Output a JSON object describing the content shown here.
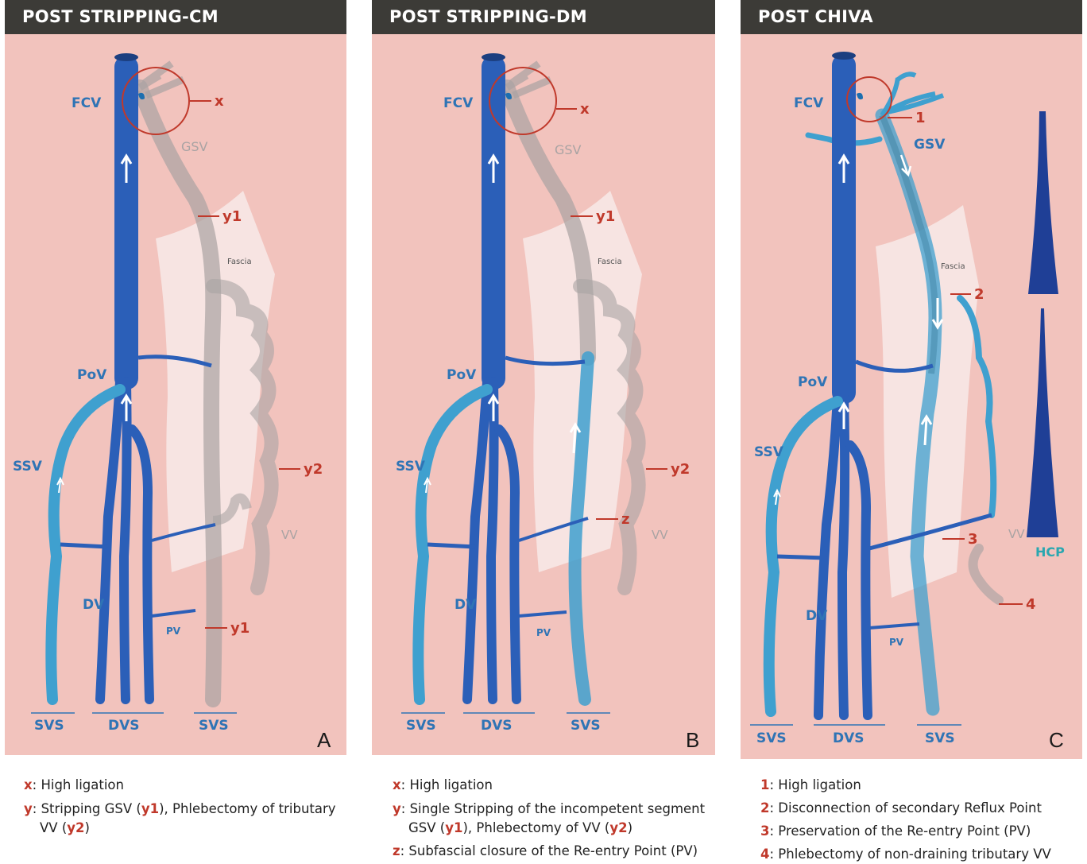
{
  "panels": [
    {
      "title": "POST STRIPPING-CM",
      "letter": "A",
      "labels": {
        "fcv": "FCV",
        "gsv": "GSV",
        "pov": "PoV",
        "ssv": "SSV",
        "dv": "DV",
        "pv": "PV",
        "vv": "VV",
        "fascia": "Fascia",
        "svs_l": "SVS",
        "dvs": "DVS",
        "svs_r": "SVS",
        "x": "x",
        "y1a": "y1",
        "y2": "y2",
        "y1b": "y1"
      }
    },
    {
      "title": "POST STRIPPING-DM",
      "letter": "B",
      "labels": {
        "fcv": "FCV",
        "gsv": "GSV",
        "pov": "PoV",
        "ssv": "SSV",
        "dv": "DV",
        "pv": "PV",
        "vv": "VV",
        "fascia": "Fascia",
        "svs_l": "SVS",
        "dvs": "DVS",
        "svs_r": "SVS",
        "x": "x",
        "y1": "y1",
        "y2": "y2",
        "z": "z"
      }
    },
    {
      "title": "POST CHIVA",
      "letter": "C",
      "labels": {
        "fcv": "FCV",
        "gsv": "GSV",
        "pov": "PoV",
        "ssv": "SSV",
        "dv": "DV",
        "pv": "PV",
        "vv": "VV",
        "fascia": "Fascia",
        "svs_l": "SVS",
        "dvs": "DVS",
        "svs_r": "SVS",
        "hcp": "HCP",
        "n1": "1",
        "n2": "2",
        "n3": "3",
        "n4": "4"
      }
    }
  ],
  "legend_a": [
    {
      "key": "x",
      "text": ": High ligation"
    },
    {
      "key": "y",
      "text": ": Stripping GSV (",
      "k1": "y1",
      "mid": "), Phlebectomy of  tributary",
      "cont": "VV (",
      "k2": "y2",
      "end": ")"
    }
  ],
  "legend_b": [
    {
      "key": "x",
      "text": ": High ligation"
    },
    {
      "key": "y",
      "text": ": Single Stripping of the incompetent segment",
      "cont": "GSV (",
      "k1": "y1",
      "mid": "), Phlebectomy of  VV (",
      "k2": "y2",
      "end": ")"
    },
    {
      "key": "z",
      "text": ": Subfascial closure of the Re-entry Point (PV)"
    }
  ],
  "legend_c": [
    {
      "key": "1",
      "text": ": High ligation"
    },
    {
      "key": "2",
      "text": ": Disconnection of secondary Reflux Point"
    },
    {
      "key": "3",
      "text": ": Preservation of the  Re-entry Point (PV)"
    },
    {
      "key": "4",
      "text": ": Phlebectomy of non-draining tributary VV"
    }
  ],
  "colors": {
    "background": "#f2c3bd",
    "header": "#3c3b37",
    "deep_vein": "#2b5fb8",
    "superficial_vein": "#3fa0cf",
    "removed_vein": "#a9a3a3",
    "annotation": "#c0392b",
    "label": "#2f74b5"
  }
}
